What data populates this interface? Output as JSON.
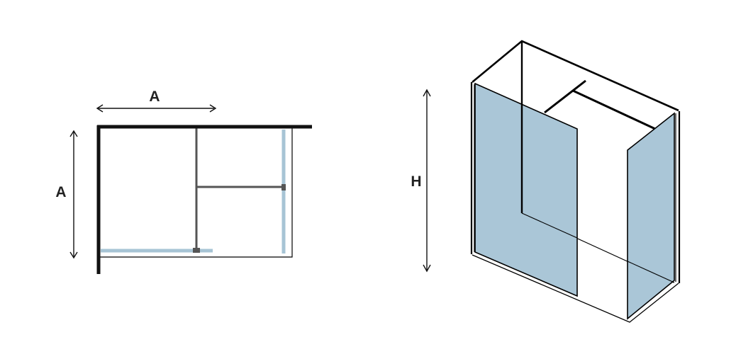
{
  "plan_view": {
    "width_label": "A",
    "depth_label": "A"
  },
  "iso_view": {
    "height_label": "H"
  },
  "colors": {
    "glass": "#a7c4d5",
    "wall": "#111111",
    "bar": "#555555",
    "outline": "#000000",
    "label": "#222222"
  }
}
